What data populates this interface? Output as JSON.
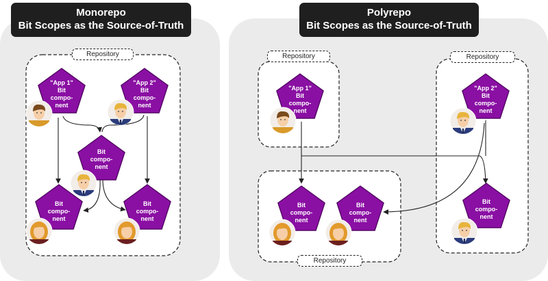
{
  "panels": {
    "monorepo": {
      "title": "Monorepo",
      "subtitle": "Bit Scopes as the Source-of-Truth",
      "repositories": [
        {
          "label": "Repository"
        }
      ]
    },
    "polyrepo": {
      "title": "Polyrepo",
      "subtitle": "Bit Scopes as the Source-of-Truth",
      "repositories": [
        {
          "label": "Repository"
        },
        {
          "label": "Repository"
        },
        {
          "label": "Repository"
        }
      ]
    }
  },
  "nodes": {
    "mono_app1": {
      "line1": "\"App 1\"",
      "line2": "Bit",
      "line3": "compo-",
      "line4": "nent"
    },
    "mono_app2": {
      "line1": "\"App 2\"",
      "line2": "Bit",
      "line3": "compo-",
      "line4": "nent"
    },
    "mono_mid": {
      "line1": "Bit",
      "line2": "compo-",
      "line3": "nent"
    },
    "mono_bl": {
      "line1": "Bit",
      "line2": "compo-",
      "line3": "nent"
    },
    "mono_br": {
      "line1": "Bit",
      "line2": "compo-",
      "line3": "nent"
    },
    "poly_app1": {
      "line1": "\"App 1\"",
      "line2": "Bit",
      "line3": "compo-",
      "line4": "nent"
    },
    "poly_app2": {
      "line1": "\"App 2\"",
      "line2": "Bit",
      "line3": "compo-",
      "line4": "nent"
    },
    "poly_bl": {
      "line1": "Bit",
      "line2": "compo-",
      "line3": "nent"
    },
    "poly_bm": {
      "line1": "Bit",
      "line2": "compo-",
      "line3": "nent"
    },
    "poly_r": {
      "line1": "Bit",
      "line2": "compo-",
      "line3": "nent"
    }
  },
  "colors": {
    "pentagon_fill": "#8a0fa3",
    "pentagon_stroke": "#4a005a",
    "panel_bg": "#ebebeb",
    "title_bg": "#1f1f1f",
    "man_shirt": "#e8e8e8",
    "woman_hair": "#e29a2c"
  },
  "avatars": [
    {
      "kind": "man-brown-hair",
      "icon": "user-avatar-icon"
    },
    {
      "kind": "man-blond-hair",
      "icon": "user-avatar-icon"
    },
    {
      "kind": "woman-blond-hair",
      "icon": "user-avatar-icon"
    }
  ]
}
